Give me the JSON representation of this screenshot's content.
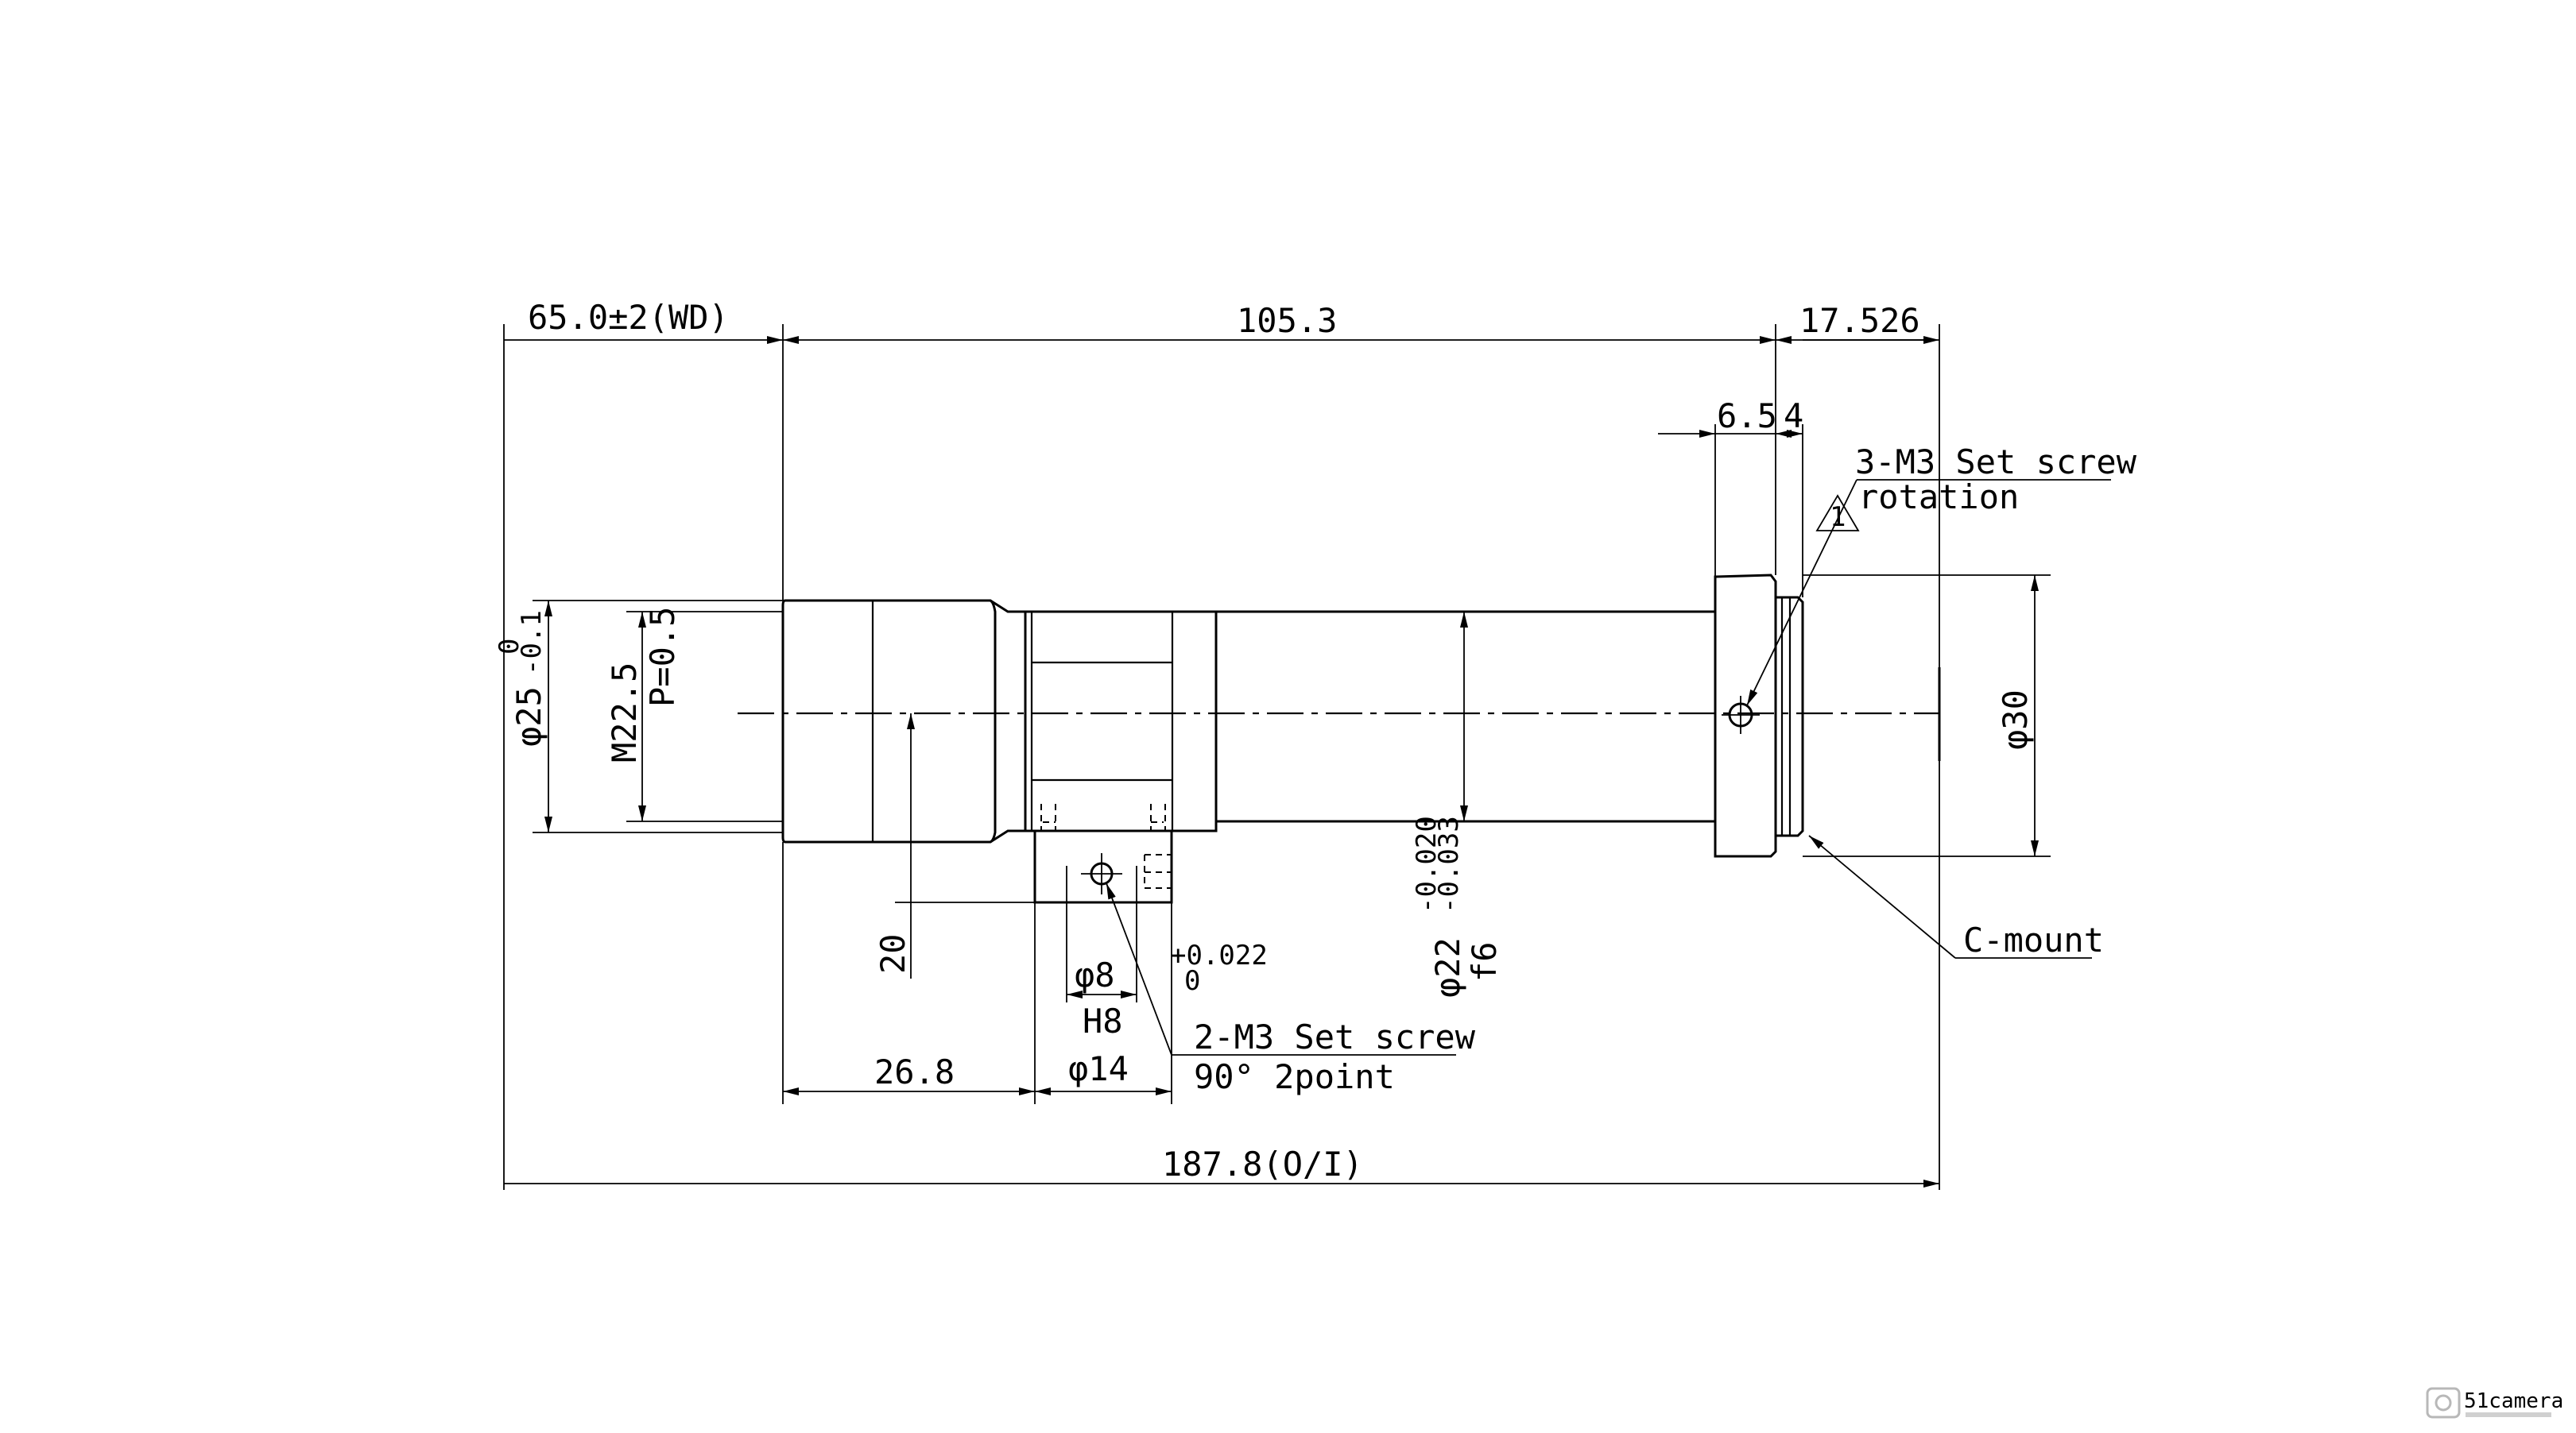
{
  "dimensions": {
    "wd": "65.0±2(WD)",
    "body_length": "105.3",
    "flange": "17.526",
    "mount_a": "6.5",
    "mount_b": "4",
    "front_dia": "φ25",
    "front_tol_upper": "0",
    "front_tol_lower": "-0.1",
    "thread": "M22.5",
    "pitch": "P=0.5",
    "pin_height": "20",
    "pin_offset": "26.8",
    "hole_dia": "φ8",
    "hole_tol_upper": "+0.022",
    "hole_tol_lower": "0",
    "hole_fit": "H8",
    "block_width": "φ14",
    "barrel_dia": "φ22",
    "barrel_tol_upper": "-0.020",
    "barrel_tol_lower": "-0.033",
    "barrel_fit": "f6",
    "rear_dia": "φ30",
    "total": "187.8(O/I)"
  },
  "notes": {
    "screw_rear_line1": "3-M3 Set screw",
    "screw_rear_line2": "rotation",
    "revision_mark": "1",
    "screw_mid_line1": "2-M3 Set screw",
    "screw_mid_line2": "90°  2point",
    "mount": "C-mount"
  },
  "watermark": {
    "brand": "51camera"
  }
}
